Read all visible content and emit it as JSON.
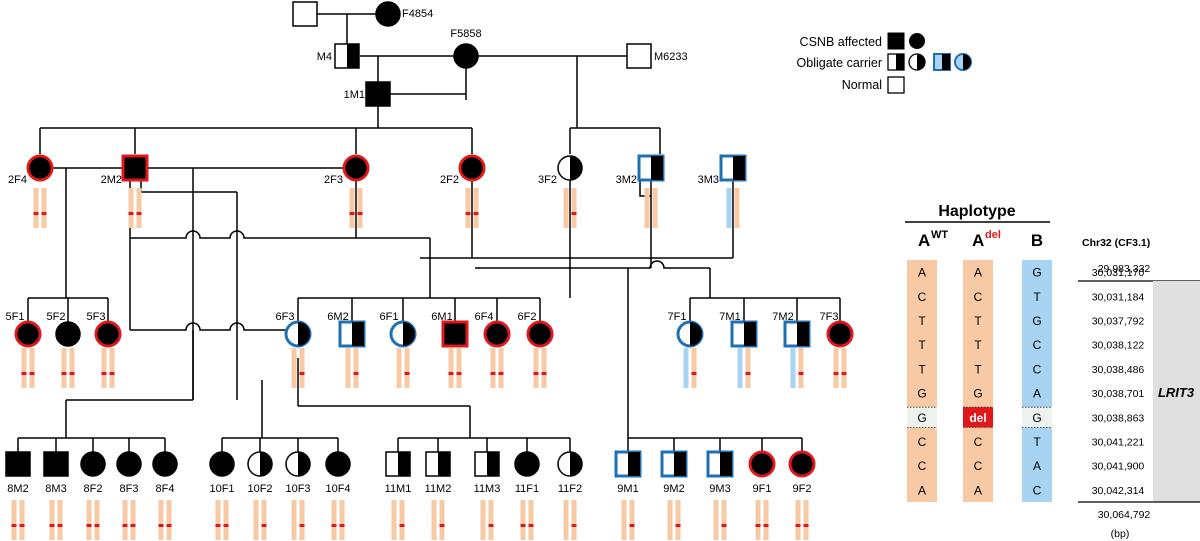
{
  "legend": {
    "affected_label": "CSNB affected",
    "carrier_label": "Obligate carrier",
    "normal_label": "Normal"
  },
  "colors": {
    "affected": "#000000",
    "red_outline": "#e0181b",
    "blue_outline": "#1f6fb5",
    "haplotype_A_bar": "#f7c9a4",
    "haplotype_B_bar": "#a9d3f2",
    "deletion_mark": "#e0181b"
  },
  "individuals": {
    "top_founder_male": "",
    "F4854": "F4854",
    "M4": "M4",
    "F5858": "F5858",
    "M6233": "M6233",
    "1M1": "1M1",
    "2F4": "2F4",
    "2M2": "2M2",
    "2F3": "2F3",
    "2F2": "2F2",
    "3F2": "3F2",
    "3M2": "3M2",
    "3M3": "3M3",
    "5F1": "5F1",
    "5F2": "5F2",
    "5F3": "5F3",
    "6F3": "6F3",
    "6M2": "6M2",
    "6F1": "6F1",
    "6M1": "6M1",
    "6F4": "6F4",
    "6F2": "6F2",
    "7F1": "7F1",
    "7M1": "7M1",
    "7M2": "7M2",
    "7F3": "7F3",
    "8M2": "8M2",
    "8M3": "8M3",
    "8F2": "8F2",
    "8F3": "8F3",
    "8F4": "8F4",
    "10F1": "10F1",
    "10F2": "10F2",
    "10F3": "10F3",
    "10F4": "10F4",
    "11M1": "11M1",
    "11M2": "11M2",
    "11M3": "11M3",
    "11F1": "11F1",
    "11F2": "11F2",
    "9M1": "9M1",
    "9M2": "9M2",
    "9M3": "9M3",
    "9F1": "9F1",
    "9F2": "9F2"
  },
  "haplotype": {
    "title": "Haplotype",
    "col_a_wt": "A",
    "col_a_wt_sup": "WT",
    "col_a_del": "A",
    "col_a_del_sup": "del",
    "col_b": "B",
    "A_WT": [
      "A",
      "C",
      "T",
      "T",
      "T",
      "G",
      "G",
      "C",
      "C",
      "A"
    ],
    "A_del": [
      "A",
      "C",
      "T",
      "T",
      "T",
      "G",
      "del",
      "C",
      "C",
      "A"
    ],
    "B": [
      "G",
      "T",
      "G",
      "C",
      "C",
      "A",
      "G",
      "T",
      "A",
      "C"
    ],
    "chromosome_label": "Chr32 (CF3.1)",
    "top_position": "29,983,332",
    "positions": [
      "30,031,170",
      "30,031,184",
      "30,037,792",
      "30,038,122",
      "30,038,486",
      "30,038,701",
      "30,038,863",
      "30,041,221",
      "30,041,900",
      "30,042,314"
    ],
    "bottom_position": "30,064,792",
    "unit": "(bp)",
    "gene_label": "LRIT3"
  }
}
